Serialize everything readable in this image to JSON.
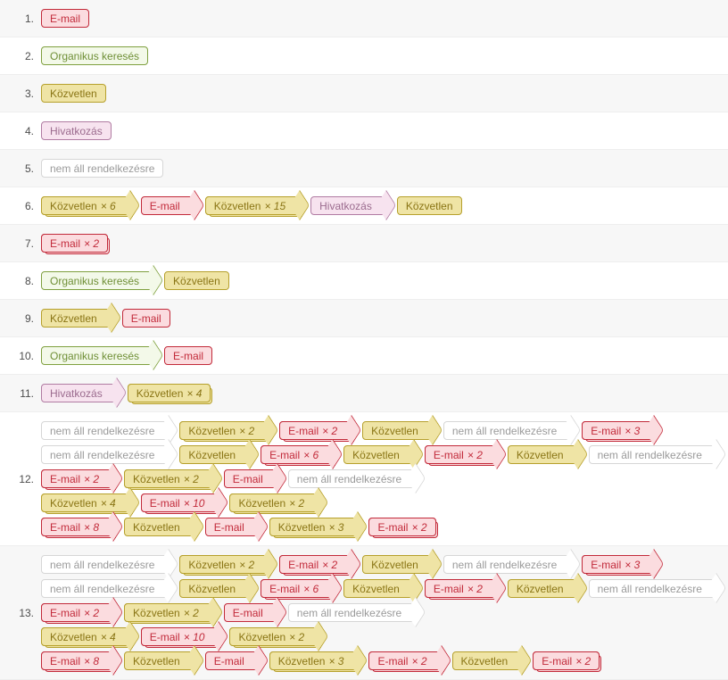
{
  "channels": {
    "email": {
      "label": "E-mail",
      "key": "c-email",
      "fill": "#fbdcdf",
      "border": "#c22a3a",
      "text": "#c22a3a"
    },
    "organic": {
      "label": "Organikus keresés",
      "key": "c-organic",
      "fill": "#f3f9e9",
      "border": "#7fa03f",
      "text": "#6f8f36"
    },
    "direct": {
      "label": "Közvetlen",
      "key": "c-direct",
      "fill": "#efe4a5",
      "border": "#b6a02c",
      "text": "#8a7515"
    },
    "referral": {
      "label": "Hivatkozás",
      "key": "c-referral",
      "fill": "#f7e3ef",
      "border": "#b07ba2",
      "text": "#9b6b8e"
    },
    "none": {
      "label": "nem áll rendelkezésre",
      "key": "c-none",
      "fill": "#ffffff",
      "border": "#d6d6d6",
      "text": "#9a9a9a"
    }
  },
  "multiplier_prefix": "× ",
  "rows": [
    {
      "index": "1.",
      "steps": [
        {
          "channel": "email"
        }
      ]
    },
    {
      "index": "2.",
      "steps": [
        {
          "channel": "organic"
        }
      ]
    },
    {
      "index": "3.",
      "steps": [
        {
          "channel": "direct"
        }
      ]
    },
    {
      "index": "4.",
      "steps": [
        {
          "channel": "referral"
        }
      ]
    },
    {
      "index": "5.",
      "steps": [
        {
          "channel": "none"
        }
      ]
    },
    {
      "index": "6.",
      "steps": [
        {
          "channel": "direct",
          "count": 6
        },
        {
          "channel": "email"
        },
        {
          "channel": "direct",
          "count": 15
        },
        {
          "channel": "referral"
        },
        {
          "channel": "direct"
        }
      ]
    },
    {
      "index": "7.",
      "steps": [
        {
          "channel": "email",
          "count": 2
        }
      ]
    },
    {
      "index": "8.",
      "steps": [
        {
          "channel": "organic"
        },
        {
          "channel": "direct"
        }
      ]
    },
    {
      "index": "9.",
      "steps": [
        {
          "channel": "direct"
        },
        {
          "channel": "email"
        }
      ]
    },
    {
      "index": "10.",
      "steps": [
        {
          "channel": "organic"
        },
        {
          "channel": "email"
        }
      ]
    },
    {
      "index": "11.",
      "steps": [
        {
          "channel": "referral"
        },
        {
          "channel": "direct",
          "count": 4
        }
      ]
    },
    {
      "index": "12.",
      "steps": [
        {
          "channel": "none"
        },
        {
          "channel": "direct",
          "count": 2
        },
        {
          "channel": "email",
          "count": 2
        },
        {
          "channel": "direct"
        },
        {
          "channel": "none"
        },
        {
          "channel": "email",
          "count": 3
        },
        {
          "channel": "none"
        },
        {
          "channel": "direct"
        },
        {
          "channel": "email",
          "count": 6
        },
        {
          "channel": "direct"
        },
        {
          "channel": "email",
          "count": 2
        },
        {
          "channel": "direct"
        },
        {
          "channel": "none"
        },
        {
          "channel": "email",
          "count": 2
        },
        {
          "channel": "direct",
          "count": 2
        },
        {
          "channel": "email"
        },
        {
          "channel": "none"
        },
        {
          "channel": "direct",
          "count": 4
        },
        {
          "channel": "email",
          "count": 10
        },
        {
          "channel": "direct",
          "count": 2
        },
        {
          "channel": "email",
          "count": 8
        },
        {
          "channel": "direct"
        },
        {
          "channel": "email"
        },
        {
          "channel": "direct",
          "count": 3
        },
        {
          "channel": "email",
          "count": 2
        }
      ]
    },
    {
      "index": "13.",
      "steps": [
        {
          "channel": "none"
        },
        {
          "channel": "direct",
          "count": 2
        },
        {
          "channel": "email",
          "count": 2
        },
        {
          "channel": "direct"
        },
        {
          "channel": "none"
        },
        {
          "channel": "email",
          "count": 3
        },
        {
          "channel": "none"
        },
        {
          "channel": "direct"
        },
        {
          "channel": "email",
          "count": 6
        },
        {
          "channel": "direct"
        },
        {
          "channel": "email",
          "count": 2
        },
        {
          "channel": "direct"
        },
        {
          "channel": "none"
        },
        {
          "channel": "email",
          "count": 2
        },
        {
          "channel": "direct",
          "count": 2
        },
        {
          "channel": "email"
        },
        {
          "channel": "none"
        },
        {
          "channel": "direct",
          "count": 4
        },
        {
          "channel": "email",
          "count": 10
        },
        {
          "channel": "direct",
          "count": 2
        },
        {
          "channel": "email",
          "count": 8
        },
        {
          "channel": "direct"
        },
        {
          "channel": "email"
        },
        {
          "channel": "direct",
          "count": 3
        },
        {
          "channel": "email",
          "count": 2
        },
        {
          "channel": "direct"
        },
        {
          "channel": "email",
          "count": 2
        }
      ]
    }
  ],
  "line_breaks": {
    "12": [
      6,
      13,
      17,
      20
    ],
    "13": [
      6,
      13,
      17,
      20
    ]
  }
}
